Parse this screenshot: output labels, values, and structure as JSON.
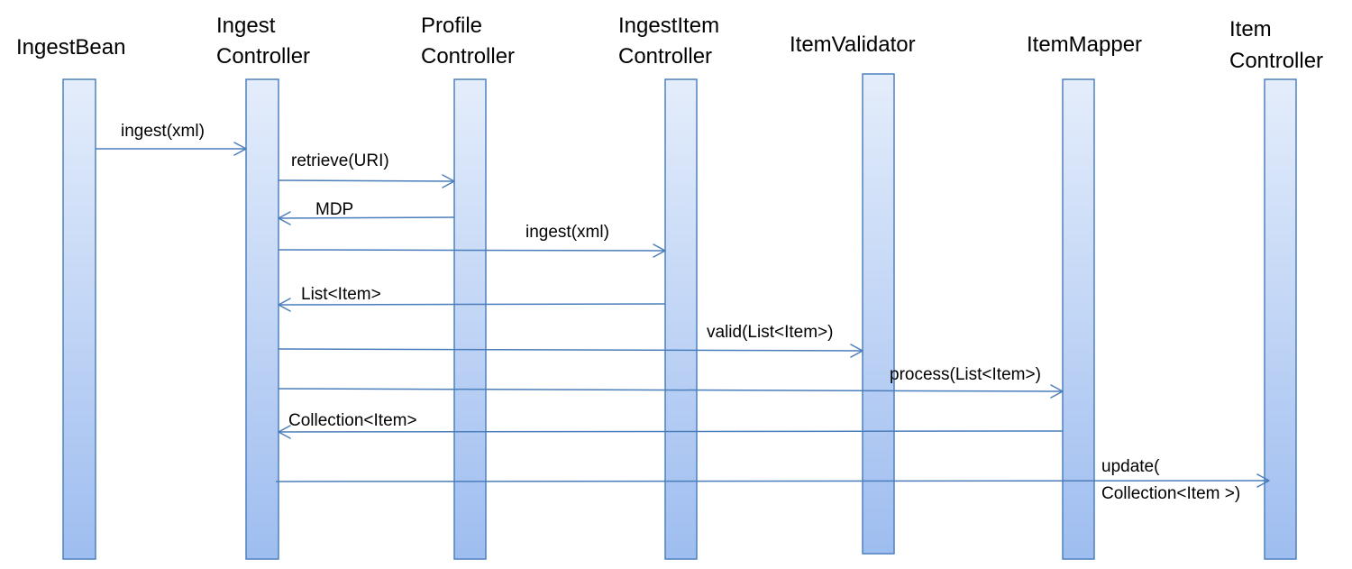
{
  "participants": [
    {
      "id": "ingest-bean",
      "lines": [
        "IngestBean"
      ]
    },
    {
      "id": "ingest-controller",
      "lines": [
        "Ingest",
        "Controller"
      ]
    },
    {
      "id": "profile-controller",
      "lines": [
        "Profile",
        "Controller"
      ]
    },
    {
      "id": "ingest-item-controller",
      "lines": [
        "IngestItem",
        "Controller"
      ]
    },
    {
      "id": "item-validator",
      "lines": [
        "ItemValidator"
      ]
    },
    {
      "id": "item-mapper",
      "lines": [
        "ItemMapper"
      ]
    },
    {
      "id": "item-controller",
      "lines": [
        "Item",
        "Controller"
      ]
    }
  ],
  "messages": [
    {
      "from": "ingest-bean",
      "to": "ingest-controller",
      "lines": [
        "ingest(xml)"
      ]
    },
    {
      "from": "ingest-controller",
      "to": "profile-controller",
      "lines": [
        "retrieve(URI)"
      ]
    },
    {
      "from": "profile-controller",
      "to": "ingest-controller",
      "lines": [
        "MDP"
      ]
    },
    {
      "from": "ingest-controller",
      "to": "ingest-item-controller",
      "lines": [
        "ingest(xml)"
      ]
    },
    {
      "from": "ingest-item-controller",
      "to": "ingest-controller",
      "lines": [
        "List<Item>"
      ]
    },
    {
      "from": "ingest-controller",
      "to": "item-validator",
      "lines": [
        "valid(List<Item>)"
      ]
    },
    {
      "from": "ingest-controller",
      "to": "item-mapper",
      "lines": [
        "process(List<Item>)"
      ]
    },
    {
      "from": "item-mapper",
      "to": "ingest-controller",
      "lines": [
        "Collection<Item>"
      ]
    },
    {
      "from": "ingest-controller",
      "to": "item-controller",
      "lines": [
        "update(",
        "Collection<Item >)"
      ]
    }
  ],
  "colors": {
    "bar_top": "#e4edfb",
    "bar_bottom": "#9ebdf0",
    "bar_border": "#4f81bd",
    "arrow": "#4a7ebb",
    "text": "#000000"
  }
}
